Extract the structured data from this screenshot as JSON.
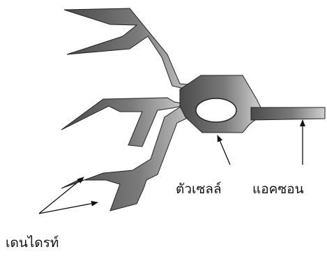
{
  "labels": {
    "dendrite": "เดนไดรท์",
    "cell_body": "ตัวเซลล์",
    "axon": "แอคซอน"
  },
  "colors": {
    "shape_dark": "#4a4a4a",
    "shape_mid": "#7a7a7a",
    "shape_light": "#d0d0d0",
    "nucleus_fill": "#ffffff",
    "outline": "#222222",
    "arrow": "#111111"
  }
}
